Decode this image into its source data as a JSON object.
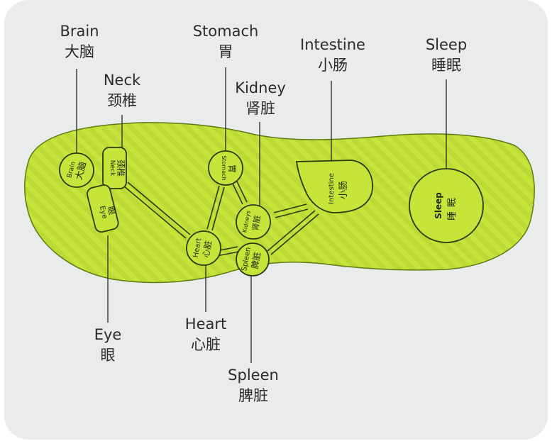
{
  "labels": {
    "brain": {
      "en": "Brain",
      "zh": "大脑"
    },
    "neck": {
      "en": "Neck",
      "zh": "颈椎"
    },
    "stomach": {
      "en": "Stomach",
      "zh": "胃"
    },
    "kidney": {
      "en": "Kidney",
      "zh": "肾脏"
    },
    "intestine": {
      "en": "Intestine",
      "zh": "小肠"
    },
    "sleep": {
      "en": "Sleep",
      "zh": "睡眠"
    },
    "eye": {
      "en": "Eye",
      "zh": "眼"
    },
    "heart": {
      "en": "Heart",
      "zh": "心脏"
    },
    "spleen": {
      "en": "Spleen",
      "zh": "脾脏"
    }
  },
  "nodes": {
    "brain": {
      "en": "Brain",
      "zh": "大脑"
    },
    "neck": {
      "en": "Neck",
      "zh": "颈椎"
    },
    "eye": {
      "en": "Eye",
      "zh": "眼"
    },
    "stomach": {
      "en": "Stomach",
      "zh": "胃"
    },
    "kidney": {
      "en": "Kidneys",
      "zh": "肾脏"
    },
    "heart": {
      "en": "Heart",
      "zh": "心脏"
    },
    "spleen": {
      "en": "Spleen",
      "zh": "脾脏"
    },
    "intestine": {
      "en": "Intestine",
      "zh": "小肠"
    },
    "sleep": {
      "en": "Sleep",
      "zh": "睡眠"
    }
  },
  "colors": {
    "insole": "#c6e43a",
    "insole_stripe": "#b8d632",
    "outline": "#2c3a12",
    "panel": "#e9ecea"
  }
}
